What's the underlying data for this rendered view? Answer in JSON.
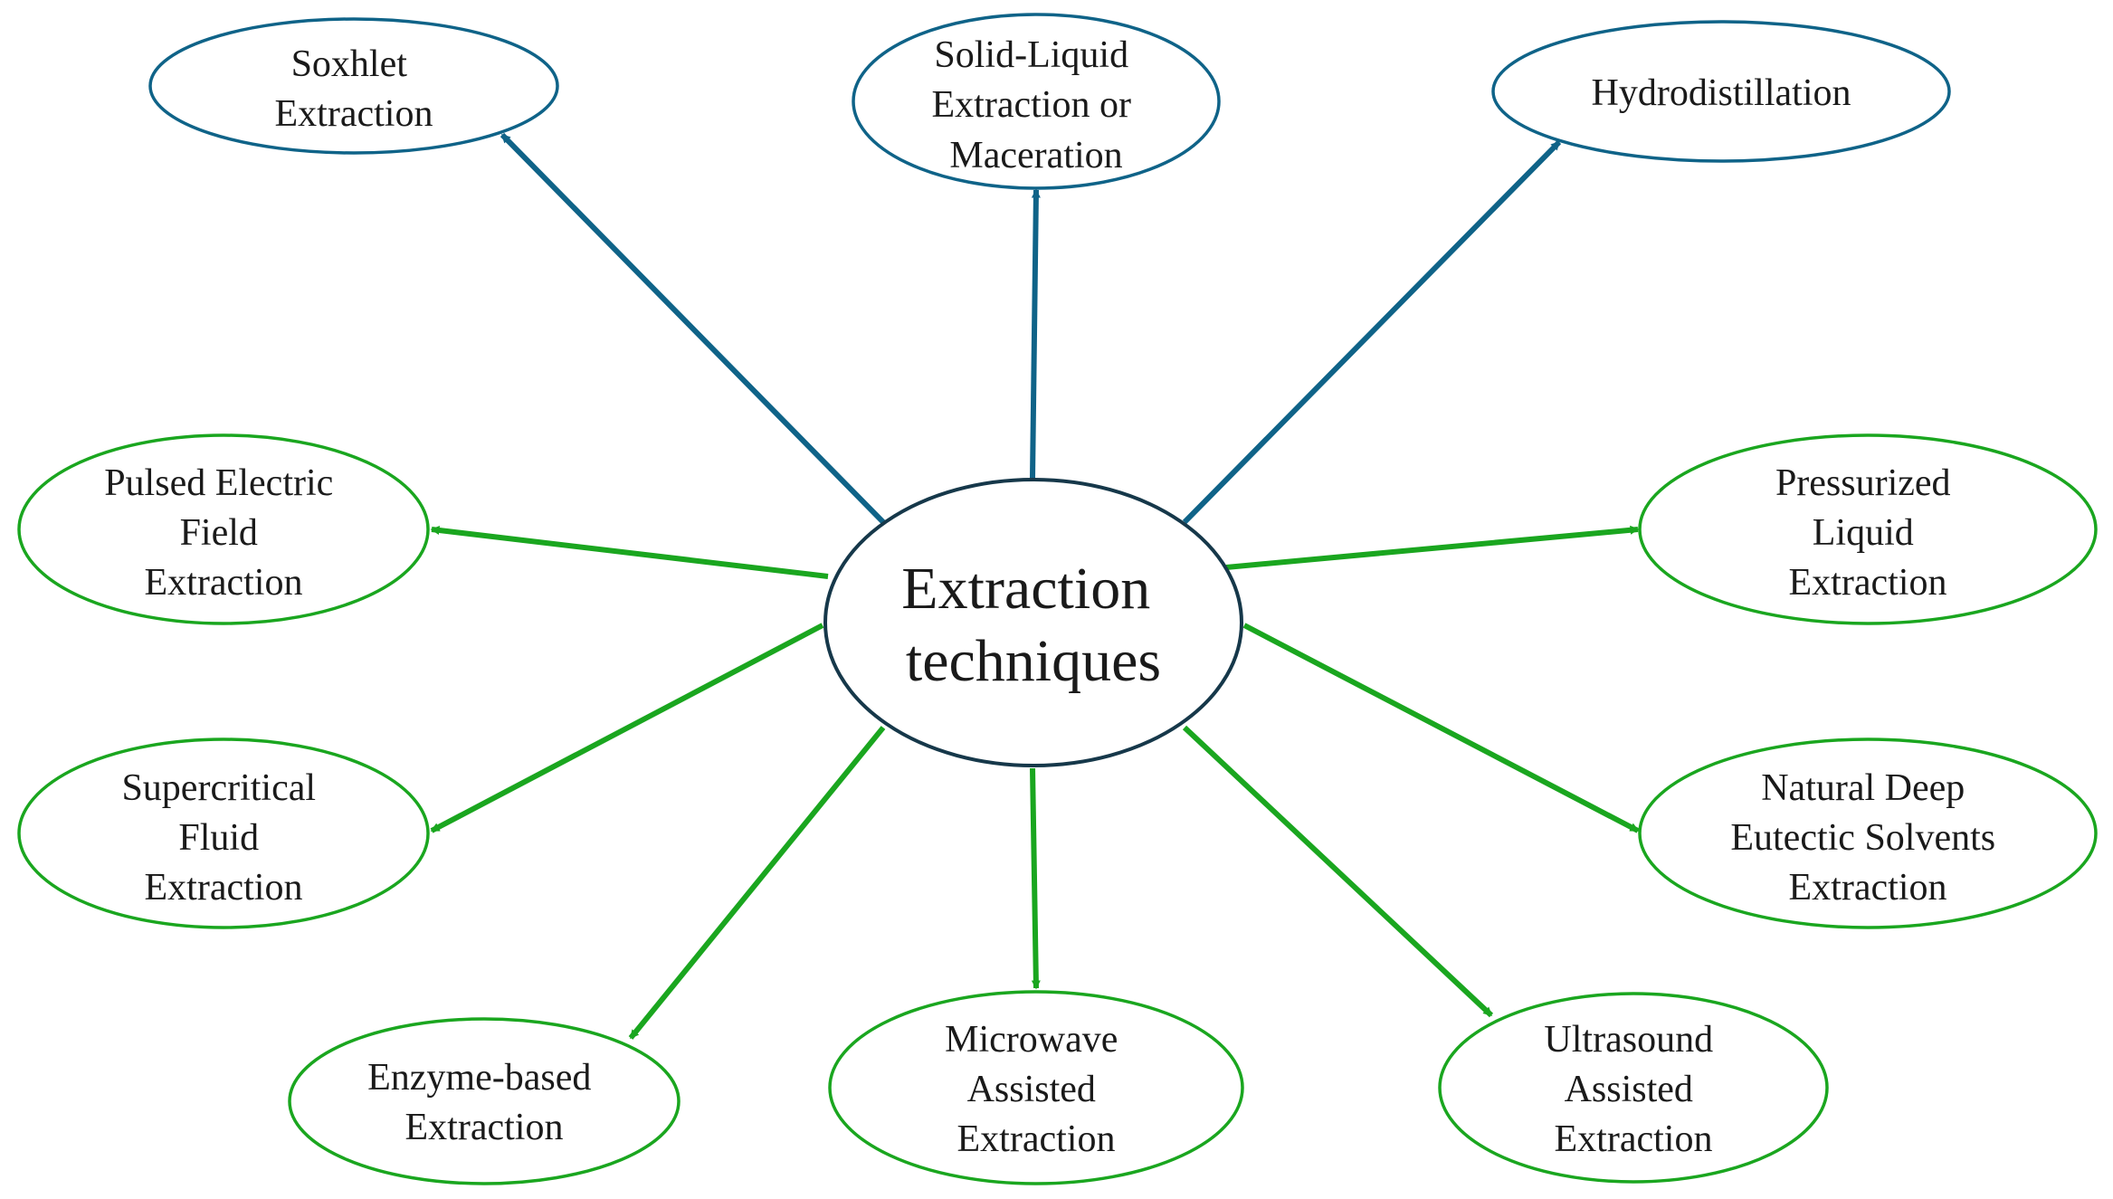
{
  "colors": {
    "traditional": "#0f6388",
    "modern": "#1aa61f",
    "center_outline": "#16384a",
    "text": "#1a1a1a",
    "background": "#ffffff"
  },
  "center": {
    "lines": [
      "Extraction",
      "techniques"
    ]
  },
  "traditional": [
    {
      "id": "soxhlet",
      "lines": [
        "Soxhlet",
        "Extraction"
      ]
    },
    {
      "id": "solid-liquid",
      "lines": [
        "Solid-Liquid",
        "Extraction or",
        "Maceration"
      ]
    },
    {
      "id": "hydrodistillation",
      "lines": [
        "Hydrodistillation"
      ]
    }
  ],
  "modern": [
    {
      "id": "pulsed-electric-field",
      "lines": [
        "Pulsed Electric",
        "Field",
        "Extraction"
      ]
    },
    {
      "id": "pressurized-liquid",
      "lines": [
        "Pressurized",
        "Liquid",
        "Extraction"
      ]
    },
    {
      "id": "supercritical-fluid",
      "lines": [
        "Supercritical",
        "Fluid",
        "Extraction"
      ]
    },
    {
      "id": "nades",
      "lines": [
        "Natural Deep",
        "Eutectic Solvents",
        "Extraction"
      ]
    },
    {
      "id": "enzyme-based",
      "lines": [
        "Enzyme-based",
        "Extraction"
      ]
    },
    {
      "id": "microwave-assisted",
      "lines": [
        "Microwave",
        "Assisted",
        "Extraction"
      ]
    },
    {
      "id": "ultrasound-assisted",
      "lines": [
        "Ultrasound",
        "Assisted",
        "Extraction"
      ]
    }
  ]
}
